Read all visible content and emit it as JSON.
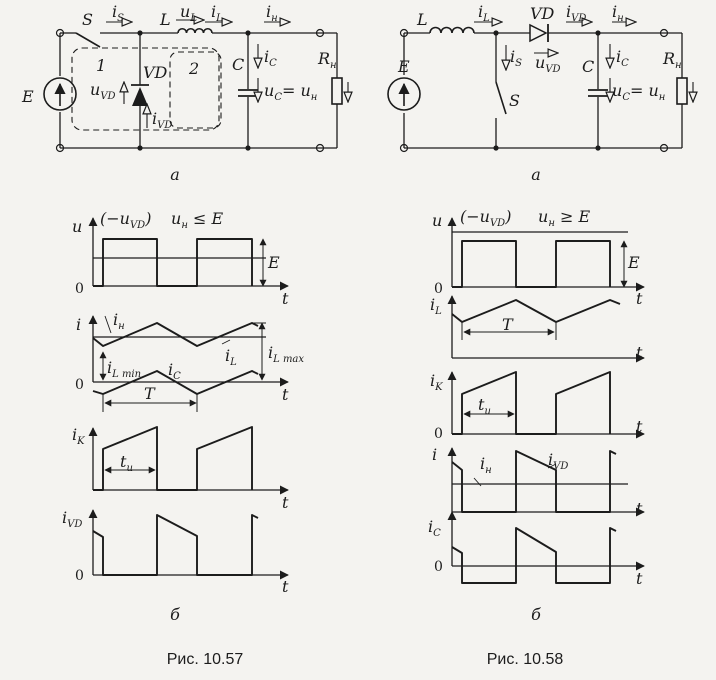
{
  "figure_left": {
    "caption": "Рис. 10.57",
    "circuit_label": "а",
    "graphs_label": "б",
    "circuit": {
      "source": "E",
      "switch": "S",
      "inductor": "L",
      "diode": "VD",
      "capacitor": "C",
      "load": "R",
      "load_sub": "н",
      "current_s": "i",
      "current_s_sub": "S",
      "voltage_l": "u",
      "voltage_l_sub": "L",
      "current_l": "i",
      "current_l_sub": "L",
      "current_n": "i",
      "current_n_sub": "н",
      "current_c": "i",
      "current_c_sub": "C",
      "voltage_c": "u",
      "voltage_c_sub": "C",
      "voltage_c_eq": "= u",
      "voltage_c_eq_sub": "н",
      "voltage_vd": "u",
      "voltage_vd_sub": "VD",
      "current_vd": "i",
      "current_vd_sub": "VD",
      "loop1": "1",
      "loop2": "2"
    },
    "graphs": {
      "u_axis": "u",
      "u_legend": "(−u",
      "u_legend_sub": "VD",
      "u_legend_close": ")",
      "u_cond": "u",
      "u_cond_sub": "н",
      "u_cond_rel": " ≤ E",
      "u_level": "E",
      "i_axis": "i",
      "i_n": "i",
      "i_n_sub": "н",
      "i_l": "i",
      "i_l_sub": "L",
      "i_lmin": "i",
      "i_lmin_sub": "L min",
      "i_lmax": "i",
      "i_lmax_sub": "L max",
      "i_c": "i",
      "i_c_sub": "C",
      "period": "T",
      "ik_axis": "i",
      "ik_axis_sub": "K",
      "pulse": "t",
      "pulse_sub": "и",
      "ivd_axis": "i",
      "ivd_axis_sub": "VD",
      "zero": "0",
      "t_axis": "t"
    }
  },
  "figure_right": {
    "caption": "Рис. 10.58",
    "circuit_label": "а",
    "graphs_label": "б",
    "circuit": {
      "source": "E",
      "inductor": "L",
      "switch": "S",
      "diode": "VD",
      "capacitor": "C",
      "load": "R",
      "load_sub": "н",
      "current_l": "i",
      "current_l_sub": "L",
      "current_s": "i",
      "current_s_sub": "S",
      "current_vd": "i",
      "current_vd_sub": "VD",
      "voltage_vd": "u",
      "voltage_vd_sub": "VD",
      "current_n": "i",
      "current_n_sub": "н",
      "current_c": "i",
      "current_c_sub": "C",
      "voltage_c": "u",
      "voltage_c_sub": "C",
      "voltage_c_eq": "= u",
      "voltage_c_eq_sub": "н"
    },
    "graphs": {
      "u_axis": "u",
      "u_legend": "(−u",
      "u_legend_sub": "VD",
      "u_legend_close": ")",
      "u_cond": "u",
      "u_cond_sub": "н",
      "u_cond_rel": " ≥ E",
      "u_level": "E",
      "il_axis": "i",
      "il_axis_sub": "L",
      "period": "T",
      "ik_axis": "i",
      "ik_axis_sub": "K",
      "pulse": "t",
      "pulse_sub": "и",
      "i_axis": "i",
      "i_n": "i",
      "i_n_sub": "н",
      "i_vd": "i",
      "i_vd_sub": "VD",
      "ic_axis": "i",
      "ic_axis_sub": "C",
      "zero": "0",
      "t_axis": "t"
    }
  }
}
